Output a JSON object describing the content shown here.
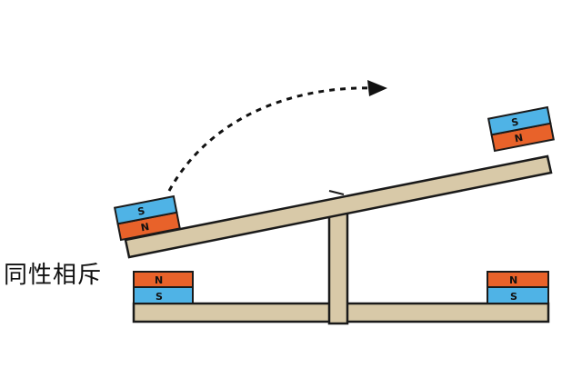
{
  "caption": "同性相斥",
  "magnets": {
    "left_tilted": {
      "top_pole": "S",
      "bottom_pole": "N"
    },
    "right_tilted": {
      "top_pole": "S",
      "bottom_pole": "N"
    },
    "left_base": {
      "top_pole": "N",
      "bottom_pole": "S"
    },
    "right_base": {
      "top_pole": "N",
      "bottom_pole": "S"
    }
  },
  "colors": {
    "north": "#e8622a",
    "south": "#4fb3e6",
    "wood": "#d8c9a8",
    "outline": "#1a1a1a",
    "arrow": "#111111"
  }
}
